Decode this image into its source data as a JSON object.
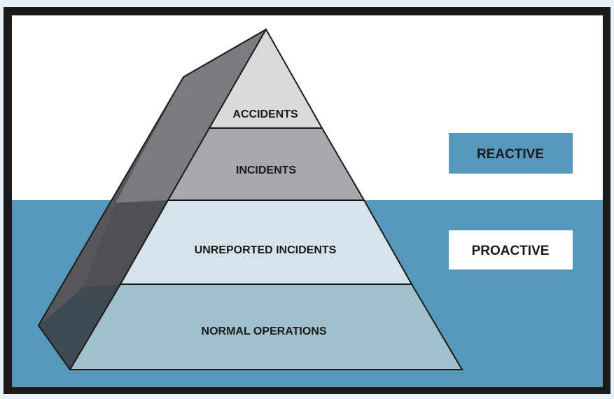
{
  "diagram": {
    "tiers": {
      "accidents": "ACCIDENTS",
      "incidents": "INCIDENTS",
      "unreported": "UNREPORTED INCIDENTS",
      "normal": "NORMAL OPERATIONS"
    },
    "labels": {
      "reactive": "REACTIVE",
      "proactive": "PROACTIVE"
    }
  },
  "colors": {
    "frame": "#1a1a1a",
    "sky": "#ffffff",
    "water": "#5698bc",
    "accidents_fill": "#d9d9db",
    "incidents_fill": "#a7a8ab",
    "unreported_fill": "#d5e3eb",
    "normal_fill": "#a0c0cd",
    "reactive_box": "#5698bc",
    "proactive_box": "#ffffff"
  }
}
